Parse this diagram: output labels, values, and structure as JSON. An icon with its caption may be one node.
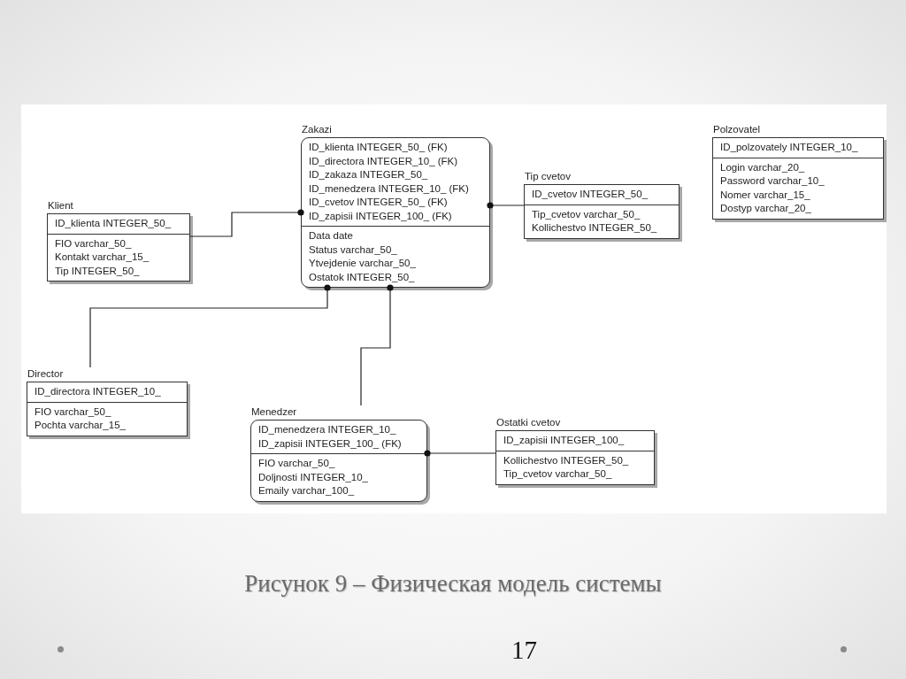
{
  "diagram": {
    "caption": "Рисунок 9 – Физическая модель системы",
    "nodes": [
      {
        "text": [
          "Zakazi",
          "ID_klienta INTEGER_50_ (FK)",
          "ID_directora INTEGER_10_ (FK)",
          "ID_zakaza INTEGER_50_",
          "ID_menedzera INTEGER_10_ (FK)",
          "ID_cvetov INTEGER_50_ (FK)",
          "ID_zapisii INTEGER_100_ (FK)",
          "Data date",
          "Status varchar_50_",
          "Ytvejdenie varchar_50_",
          "Ostatok INTEGER_50_"
        ]
      },
      {
        "text": [
          "Polzovatel",
          "ID_polzovately INTEGER_10_",
          "Login varchar_20_",
          "Password varchar_10_",
          "Nomer varchar_15_",
          "Dostyp varchar_20_"
        ]
      },
      {
        "text": [
          "Tip cvetov",
          "ID_cvetov INTEGER_50_",
          "Tip_cvetov varchar_50_",
          "Kollichestvo INTEGER_50_"
        ]
      },
      {
        "text": [
          "Klient",
          "ID_klienta INTEGER_50_",
          "FIO varchar_50_",
          "Kontakt varchar_15_",
          "Tip INTEGER_50_"
        ]
      },
      {
        "text": [
          "Director",
          "ID_directora INTEGER_10_",
          "FIO varchar_50_",
          "Pochta varchar_15_"
        ]
      },
      {
        "text": [
          "Menedzer",
          "ID_menedzera INTEGER_10_",
          "ID_zapisii INTEGER_100_ (FK)",
          "FIO varchar_50_",
          "Doljnosti INTEGER_10_",
          "Emaily varchar_100_"
        ]
      },
      {
        "text": [
          "Ostatki cvetov",
          "ID_zapisii INTEGER_100_",
          "Kollichestvo INTEGER_50_",
          "Tip_cvetov varchar_50_"
        ]
      }
    ],
    "edges": [
      {
        "from": 3,
        "to": 0,
        "arrow": "other"
      },
      {
        "from": 2,
        "to": 0,
        "arrow": "other"
      },
      {
        "from": 4,
        "to": 0,
        "arrow": "other"
      },
      {
        "from": 5,
        "to": 0,
        "arrow": "other"
      },
      {
        "from": 6,
        "to": 5,
        "arrow": "other"
      }
    ],
    "labels": [
      "17"
    ]
  }
}
